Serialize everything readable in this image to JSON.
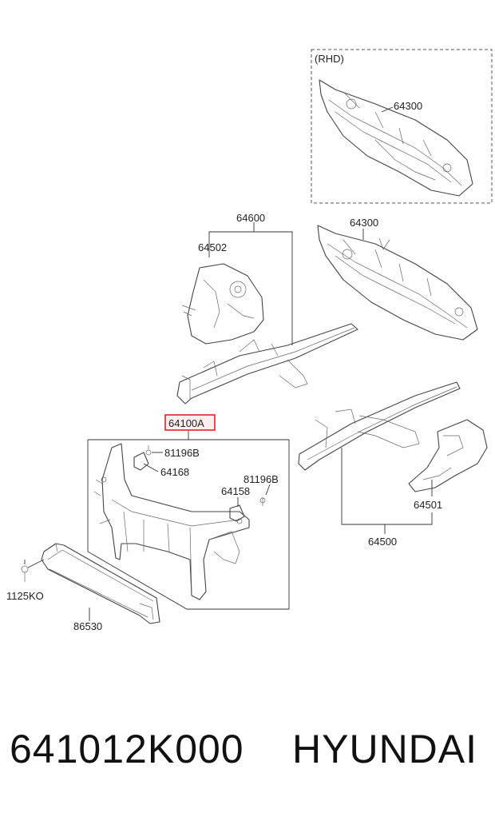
{
  "diagram": {
    "variant_note": "(RHD)",
    "labels": {
      "dash_rhd": "64300",
      "dash": "64300",
      "apron_assy_upper": "64600",
      "apron_upper": "64502",
      "carrier": "64100A",
      "bolt_top": "81196B",
      "bracket_top": "64168",
      "bolt_right": "81196B",
      "bracket_right": "64158",
      "bolt_left": "1125KO",
      "beam": "86530",
      "apron_lower": "64501",
      "apron_assy_lower": "64500"
    },
    "highlight_color": "#d9242b"
  },
  "footer": {
    "part_number": "641012K000",
    "brand": "HYUNDAI"
  }
}
